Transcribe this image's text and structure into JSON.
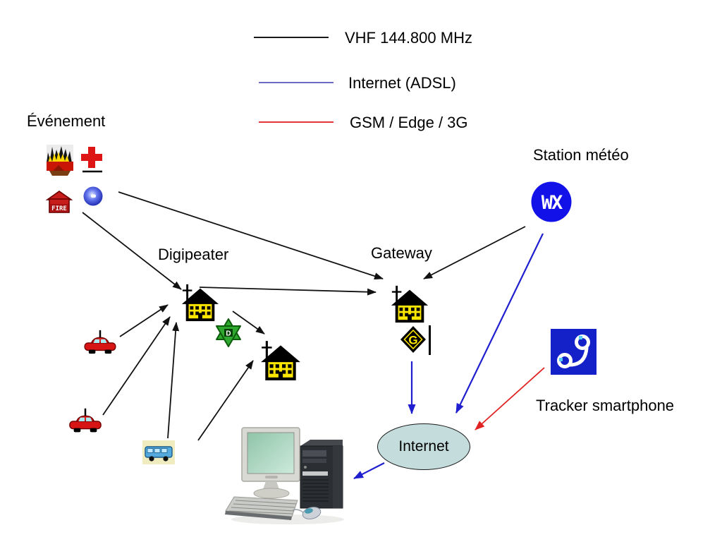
{
  "page": {
    "background": "#ffffff"
  },
  "legend": {
    "items": [
      {
        "id": "vhf",
        "label": "VHF 144.800 MHz",
        "color": "#1a1a1a"
      },
      {
        "id": "internet-adsl",
        "label": "Internet (ADSL)",
        "color": "#6b6bc4"
      },
      {
        "id": "gsm",
        "label": "GSM / Edge / 3G",
        "color": "#e23535"
      }
    ]
  },
  "nodes": {
    "event": {
      "label": "Événement"
    },
    "weather_station": {
      "label": "Station météo"
    },
    "digipeater": {
      "label": "Digipeater"
    },
    "gateway": {
      "label": "Gateway"
    },
    "internet_cloud": {
      "label": "Internet",
      "fill": "#c4dcdc"
    },
    "tracker": {
      "label": "Tracker smartphone"
    }
  },
  "icons": [
    "fire-icon",
    "red-cross-icon",
    "fire-station-icon",
    "blue-sphere-icon",
    "wx-station-icon",
    "house-antenna-icon",
    "star-d-icon",
    "g-diamond-icon",
    "car-icon",
    "van-icon",
    "desktop-computer-icon",
    "phone-handset-icon",
    "internet-cloud"
  ],
  "edges": [
    {
      "from": "event",
      "to": "gateway",
      "link": "vhf"
    },
    {
      "from": "event",
      "to": "digipeater",
      "link": "vhf"
    },
    {
      "from": "digipeater",
      "to": "gateway",
      "link": "vhf"
    },
    {
      "from": "weather-station",
      "to": "gateway",
      "link": "vhf"
    },
    {
      "from": "car-1",
      "to": "digipeater",
      "link": "vhf"
    },
    {
      "from": "car-2",
      "to": "digipeater",
      "link": "vhf"
    },
    {
      "from": "van",
      "to": "digipeater",
      "link": "vhf"
    },
    {
      "from": "digipeater",
      "to": "relay-house",
      "link": "vhf"
    },
    {
      "from": "van",
      "to": "relay-house",
      "link": "vhf"
    },
    {
      "from": "gateway",
      "to": "internet",
      "link": "internet-adsl"
    },
    {
      "from": "weather-station",
      "to": "internet",
      "link": "internet-adsl"
    },
    {
      "from": "internet",
      "to": "computer",
      "link": "internet-adsl"
    },
    {
      "from": "tracker-smartphone",
      "to": "internet",
      "link": "gsm"
    }
  ]
}
